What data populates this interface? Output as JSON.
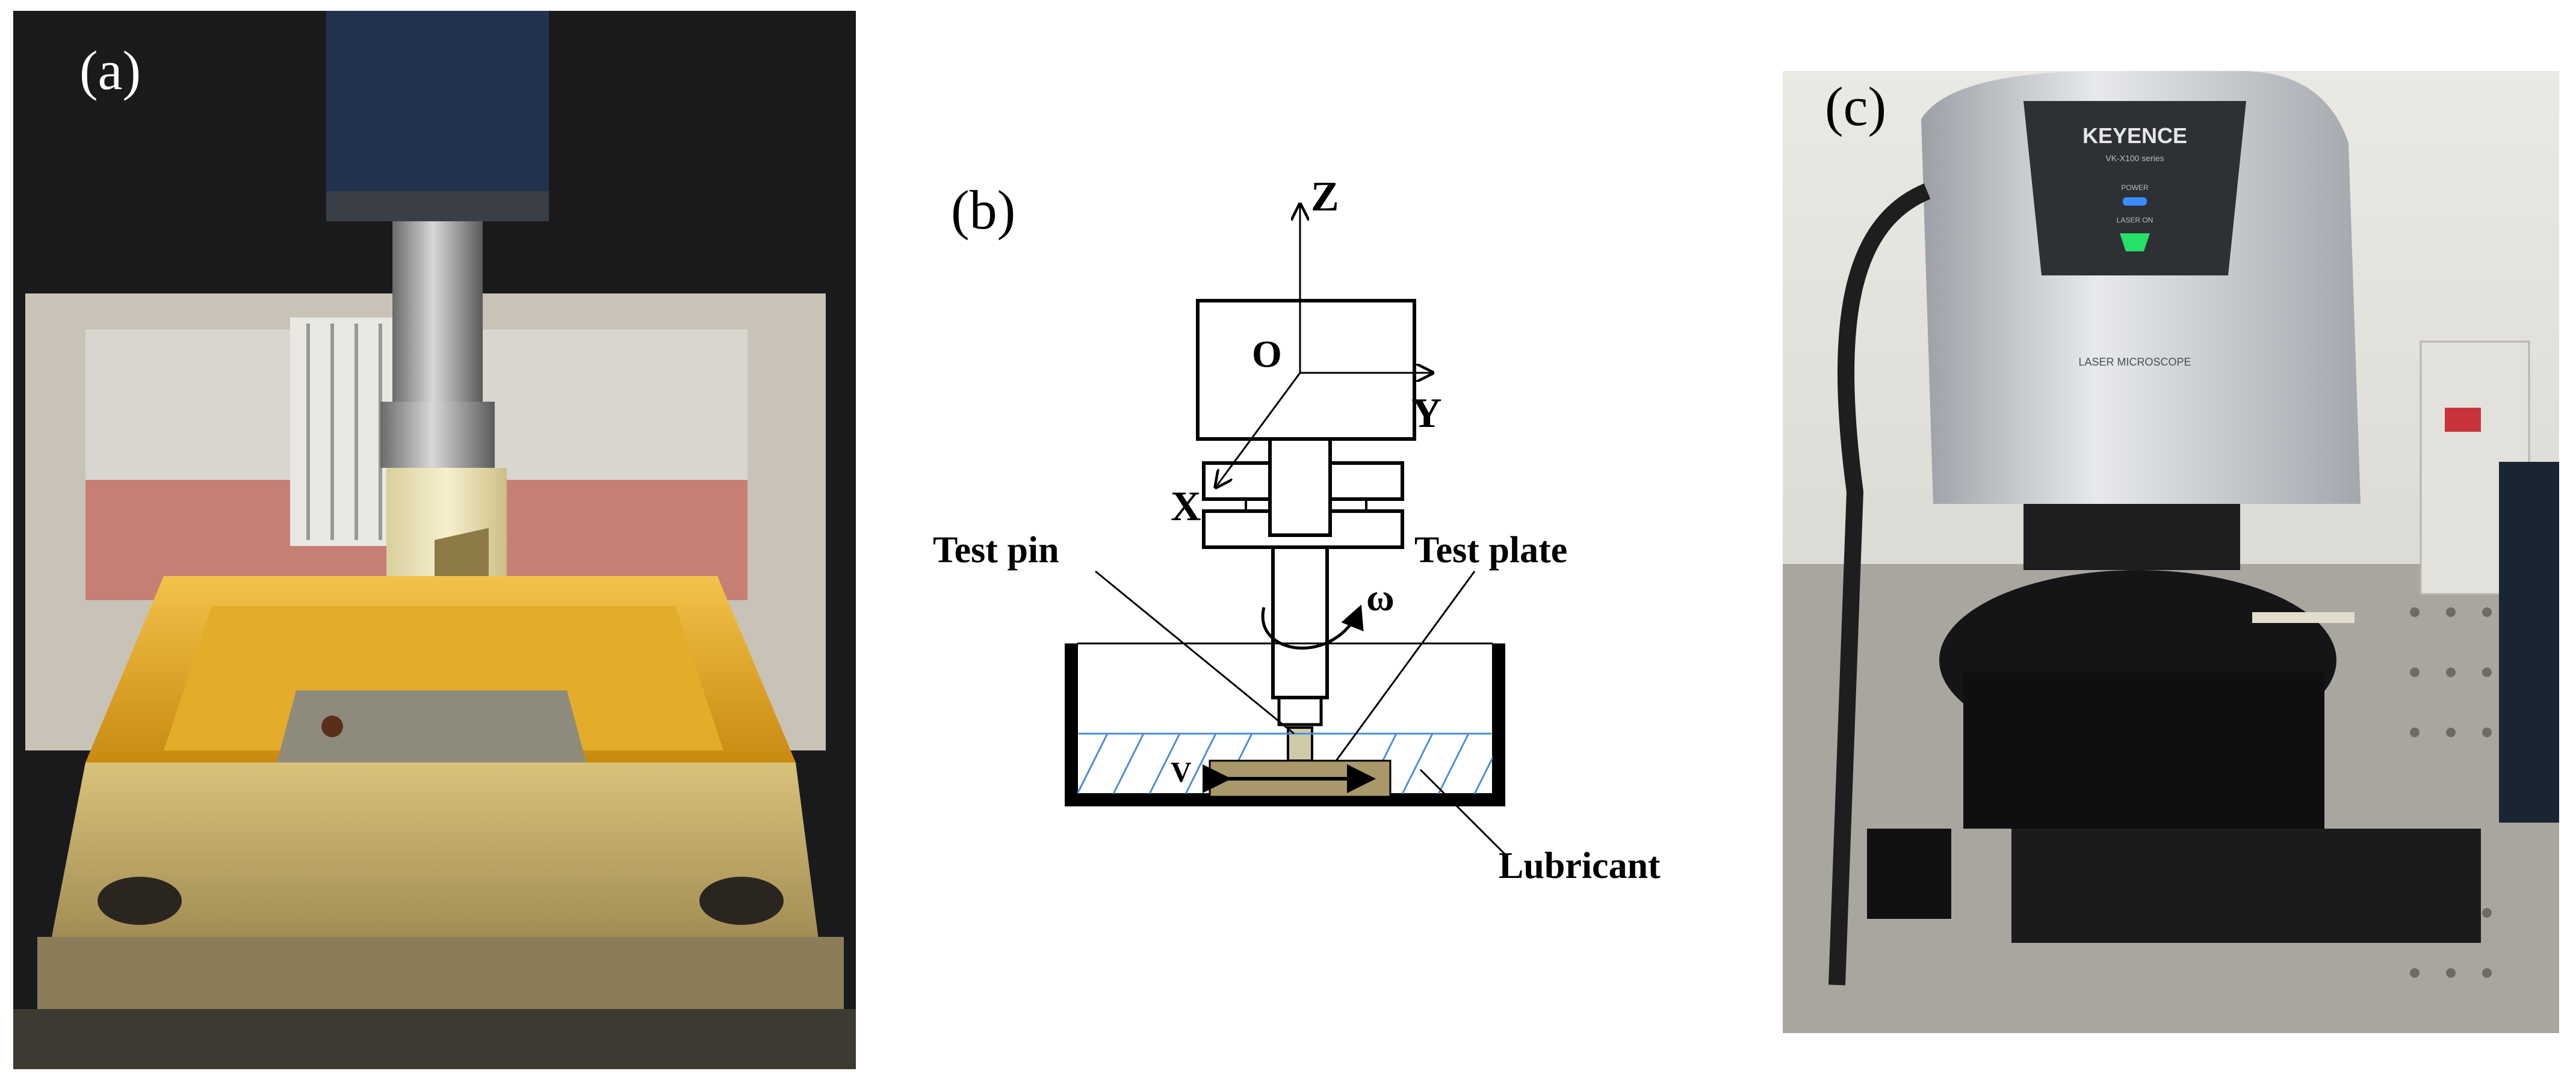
{
  "panels": {
    "a": {
      "label": "(a)"
    },
    "b": {
      "label": "(b)",
      "axes": {
        "z": "Z",
        "y": "Y",
        "x": "X",
        "origin": "O"
      },
      "callouts": {
        "test_pin": "Test pin",
        "test_plate": "Test plate",
        "lubricant": "Lubricant",
        "omega": "ω",
        "velocity": "V"
      }
    },
    "c": {
      "label": "(c)",
      "brand": "KEYENCE",
      "model": "VK-X100 series",
      "power_label": "POWER",
      "laser_label": "LASER ON",
      "nameplate": "LASER MICROSCOPE"
    }
  },
  "colors": {
    "tray_yellow": "#e0a51f",
    "plate_khaki": "#a8986a",
    "lubricant_hatch": "#4a90d9",
    "microscope_silver": "#cfd2d6"
  }
}
